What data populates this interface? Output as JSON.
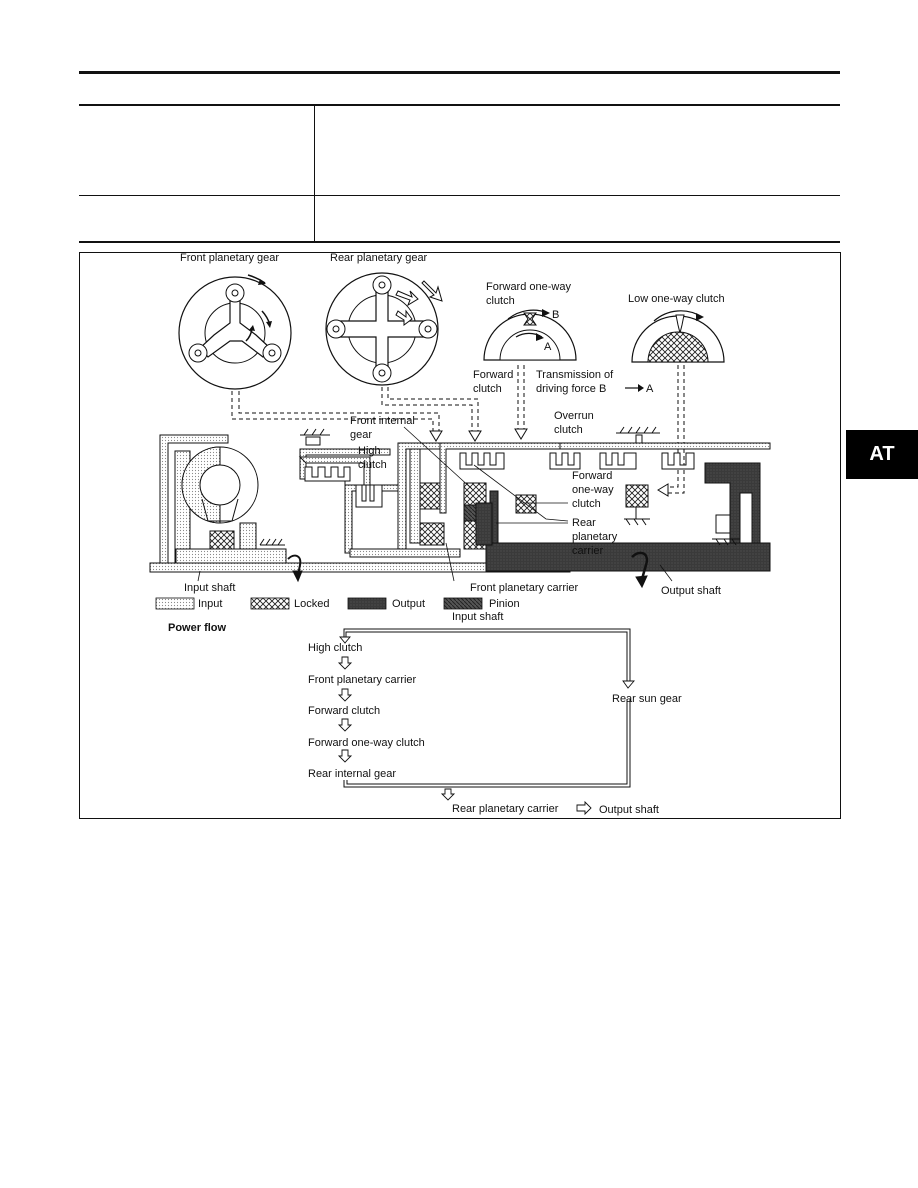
{
  "side_tab": "AT",
  "diagram": {
    "labels": {
      "front_planetary_gear": "Front planetary gear",
      "rear_planetary_gear": "Rear planetary gear",
      "forward_one_way_clutch_top_1": "Forward one-way",
      "forward_one_way_clutch_top_2": "clutch",
      "label_b": "B",
      "label_a": "A",
      "low_one_way_clutch": "Low one-way clutch",
      "forward_clutch_1": "Forward",
      "forward_clutch_2": "clutch",
      "transmission_1": "Transmission of",
      "transmission_2": "driving force B",
      "transmission_arrow_target": "A",
      "front_internal_gear_1": "Front internal",
      "front_internal_gear_2": "gear",
      "high_clutch_1": "High",
      "high_clutch_2": "clutch",
      "overrun_clutch_1": "Overrun",
      "overrun_clutch_2": "clutch",
      "forward_owc_1": "Forward",
      "forward_owc_2": "one-way",
      "forward_owc_3": "clutch",
      "rear_planetary_carrier_1": "Rear",
      "rear_planetary_carrier_2": "planetary",
      "rear_planetary_carrier_3": "carrier",
      "input_shaft": "Input shaft",
      "front_planetary_carrier": "Front planetary carrier",
      "output_shaft": "Output shaft"
    },
    "legend": {
      "input": "Input",
      "locked": "Locked",
      "output": "Output",
      "pinion": "Pinion"
    },
    "power_flow": {
      "title": "Power flow",
      "start": "Input shaft",
      "left_chain": [
        "High clutch",
        "Front planetary carrier",
        "Forward clutch",
        "Forward one-way clutch",
        "Rear internal gear"
      ],
      "right_branch": "Rear sun gear",
      "end_left": "Rear planetary carrier",
      "end_right": "Output shaft"
    }
  }
}
